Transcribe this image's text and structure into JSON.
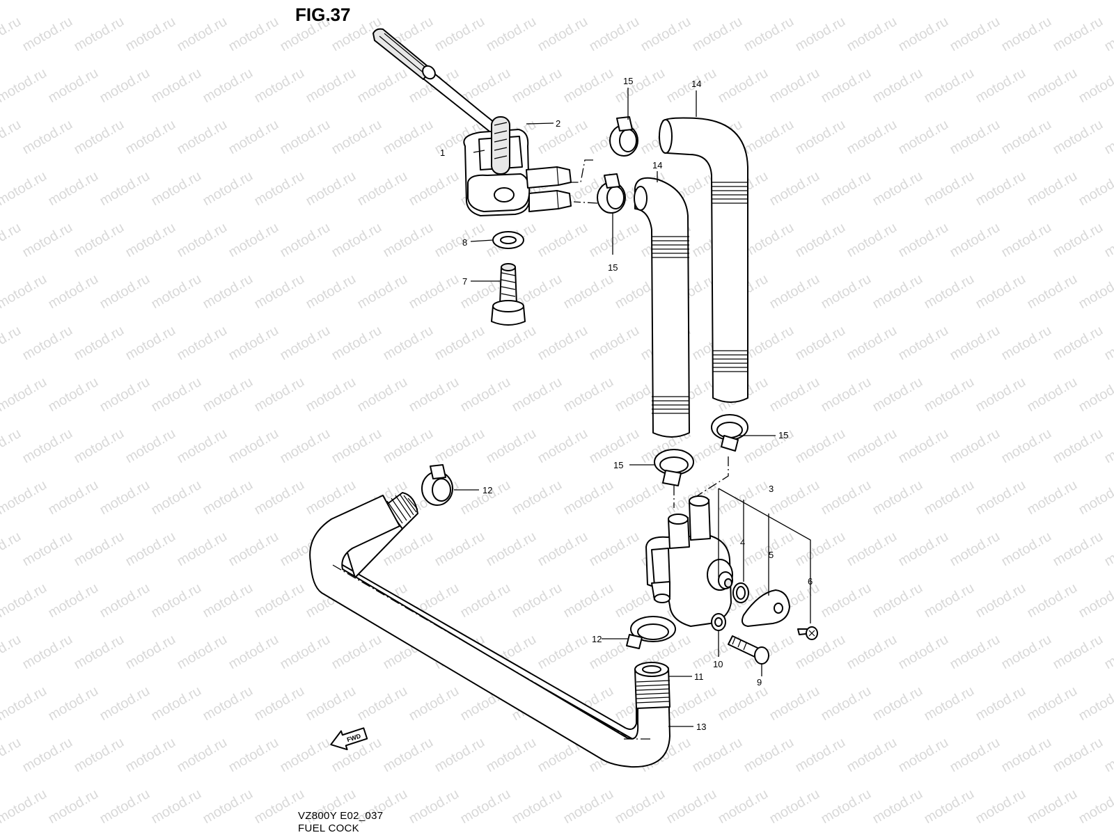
{
  "figure_label": "FIG.37",
  "footer": {
    "model_code": "VZ800Y E02_037",
    "assembly_name": "FUEL COCK"
  },
  "watermark_text": "motod.ru",
  "fwd_arrow_label": "FWD",
  "callouts": {
    "c1": "1",
    "c2": "2",
    "c3": "3",
    "c4": "4",
    "c5": "5",
    "c6": "6",
    "c7": "7",
    "c8": "8",
    "c9": "9",
    "c10": "10",
    "c11": "11",
    "c12a": "12",
    "c12b": "12",
    "c13": "13",
    "c14a": "14",
    "c14b": "14",
    "c15a": "15",
    "c15b": "15",
    "c15c": "15",
    "c15d": "15"
  },
  "colors": {
    "line": "#000000",
    "background": "#ffffff",
    "watermark": "#b9b9b9"
  }
}
